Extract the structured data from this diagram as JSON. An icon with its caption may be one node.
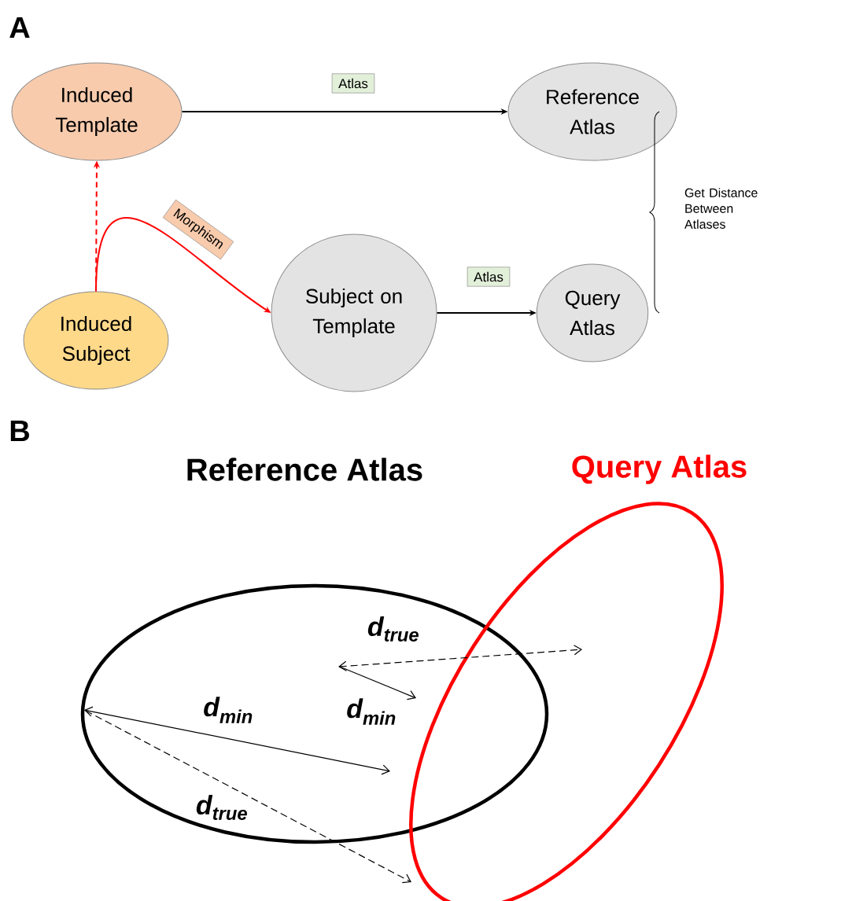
{
  "diagram": {
    "nodes": [
      {
        "text": [
          "Induced Template"
        ]
      },
      {
        "text": [
          "Reference Atlas"
        ]
      },
      {
        "text": [
          "Induced Subject"
        ]
      },
      {
        "text": [
          "Subject on Template"
        ]
      },
      {
        "text": [
          "Query Atlas"
        ]
      }
    ],
    "edges": [
      {
        "from": 0,
        "to": 1,
        "arrow": "to",
        "label": "Atlas"
      },
      {
        "from": 2,
        "to": 0,
        "arrow": "to",
        "style": "dashed",
        "color": "#ff0000"
      },
      {
        "from": 2,
        "to": 3,
        "arrow": "to",
        "label": "Morphism",
        "color": "#ff0000"
      },
      {
        "from": 3,
        "to": 4,
        "arrow": "to",
        "label": "Atlas"
      }
    ],
    "labels": [
      "A",
      "Get Distance Between Atlases",
      "B",
      "Reference Atlas",
      "Query Atlas",
      "d$_{true}$",
      "d$_{min}$",
      "d$_{min}$",
      "d$_{true}$"
    ]
  }
}
